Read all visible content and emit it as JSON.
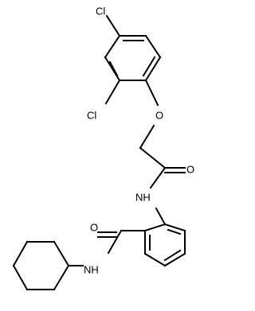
{
  "molecule": {
    "atoms": {
      "cl_top": "Cl",
      "cl_left": "Cl",
      "ether_oxygen": "O",
      "carbonyl_oxygen_top": "O",
      "amide_nitrogen_top": "NH",
      "carbonyl_oxygen_bottom": "O",
      "amide_nitrogen_bottom": "NH"
    }
  },
  "colors": {
    "bond": "#000000",
    "label": "#000000",
    "background": "#ffffff"
  }
}
